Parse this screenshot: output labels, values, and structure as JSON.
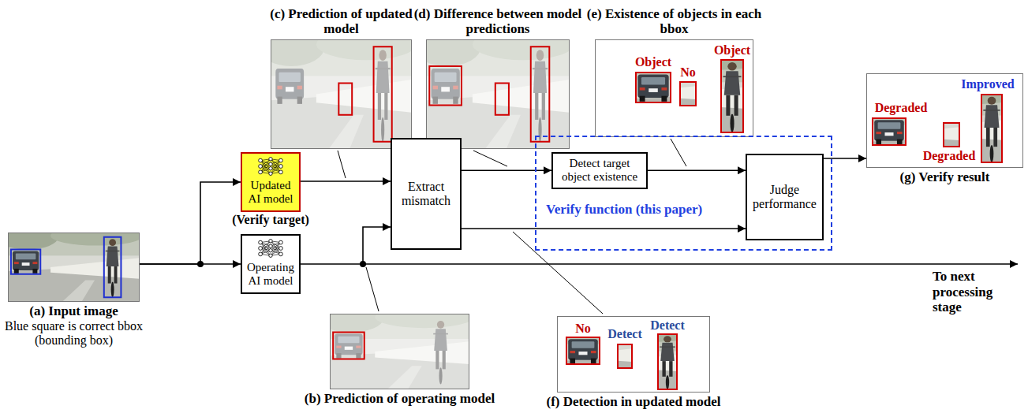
{
  "diagram": {
    "nodes": [
      {
        "text": [
          "(c) Prediction of updated model"
        ]
      },
      {
        "text": [
          "(d) Difference between model predictions"
        ]
      },
      {
        "text": [
          "(e) Existence of objects in each bbox"
        ]
      },
      {
        "text": [
          "(g) Verify result"
        ]
      },
      {
        "text": [
          "Updated AI model",
          "(Verify target)"
        ]
      },
      {
        "text": [
          "(a) Input image",
          "Blue square is correct bbox (bounding box)"
        ]
      },
      {
        "text": [
          "Extract mismatch"
        ]
      },
      {
        "text": [
          "Verify function (this paper)"
        ]
      },
      {
        "text": [
          "Detect target object existence"
        ],
        "in": 7
      },
      {
        "text": [
          "Judge performance"
        ],
        "in": 7
      },
      {
        "text": [
          "Operating AI model"
        ]
      },
      {
        "text": [
          "(b) Prediction of operating model"
        ]
      },
      {
        "text": [
          "(f) Detection in updated model"
        ]
      }
    ],
    "edges": [
      {
        "from": 5,
        "to": 4,
        "arrow": "to"
      },
      {
        "from": 5,
        "to": 10,
        "arrow": "to"
      },
      {
        "from": 4,
        "to": 6,
        "arrow": "to"
      },
      {
        "from": 10,
        "to": 6,
        "arrow": "to"
      },
      {
        "from": 6,
        "to": 8,
        "arrow": "to"
      },
      {
        "from": 6,
        "to": 9,
        "arrow": "to"
      },
      {
        "from": 8,
        "to": 9,
        "arrow": "to"
      },
      {
        "from": 9,
        "to": 3,
        "arrow": "to"
      }
    ],
    "labels": [
      "Object",
      "No",
      "Object",
      "Degraded",
      "Improved",
      "Degraded",
      "To next processing stage",
      "No",
      "Detect",
      "Detect"
    ]
  }
}
